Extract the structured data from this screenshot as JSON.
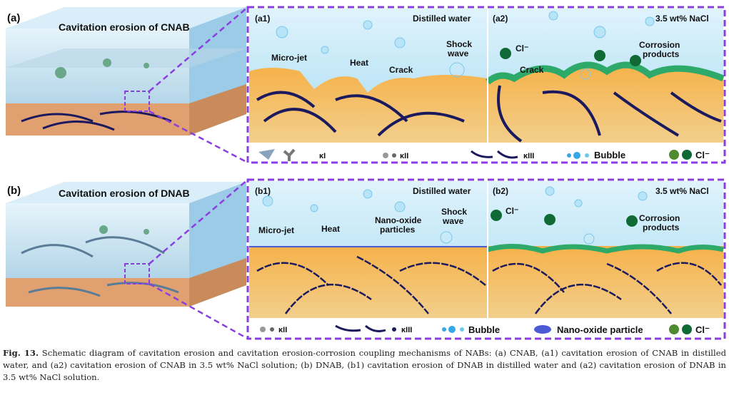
{
  "figure": {
    "panel_a": {
      "label": "(a)",
      "title": "Cavitation erosion of CNAB"
    },
    "panel_b": {
      "label": "(b)",
      "title": "Cavitation erosion of DNAB"
    },
    "panel_a1": {
      "label": "(a1)",
      "condition": "Distilled water",
      "annotations": [
        "Micro-jet",
        "Heat",
        "Crack",
        "Shock",
        "wave"
      ]
    },
    "panel_a2": {
      "label": "(a2)",
      "condition": "3.5 wt% NaCl",
      "annotations": [
        "Cl⁻",
        "Crack",
        "Corrosion",
        "products"
      ]
    },
    "panel_b1": {
      "label": "(b1)",
      "condition": "Distilled water",
      "annotations": [
        "Micro-jet",
        "Heat",
        "Nano-oxide",
        "particles",
        "Shock",
        "wave"
      ]
    },
    "panel_b2": {
      "label": "(b2)",
      "condition": "3.5 wt% NaCl",
      "annotations": [
        "Cl⁻",
        "Corrosion",
        "products"
      ]
    },
    "legend_a": [
      "κI",
      "κII",
      "κIII",
      "Bubble",
      "Cl⁻"
    ],
    "legend_b": [
      "κII",
      "κIII",
      "Bubble",
      "Nano-oxide particle",
      "Cl⁻"
    ],
    "colors": {
      "frame": "#8a3ee0",
      "water": "#bfe6f7",
      "substrate": "#f0a640",
      "corrosion": "#2daa6a",
      "phase": "#1c1a5e"
    }
  },
  "caption": {
    "label": "Fig. 13.",
    "text": "Schematic diagram of cavitation erosion and cavitation erosion-corrosion coupling mechanisms of NABs: (a) CNAB, (a1) cavitation erosion of CNAB in distilled water, and (a2) cavitation erosion of CNAB in 3.5 wt% NaCl solution; (b) DNAB, (b1) cavitation erosion of DNAB in distilled water and (a2) cavitation erosion of DNAB in 3.5 wt% NaCl solution."
  }
}
